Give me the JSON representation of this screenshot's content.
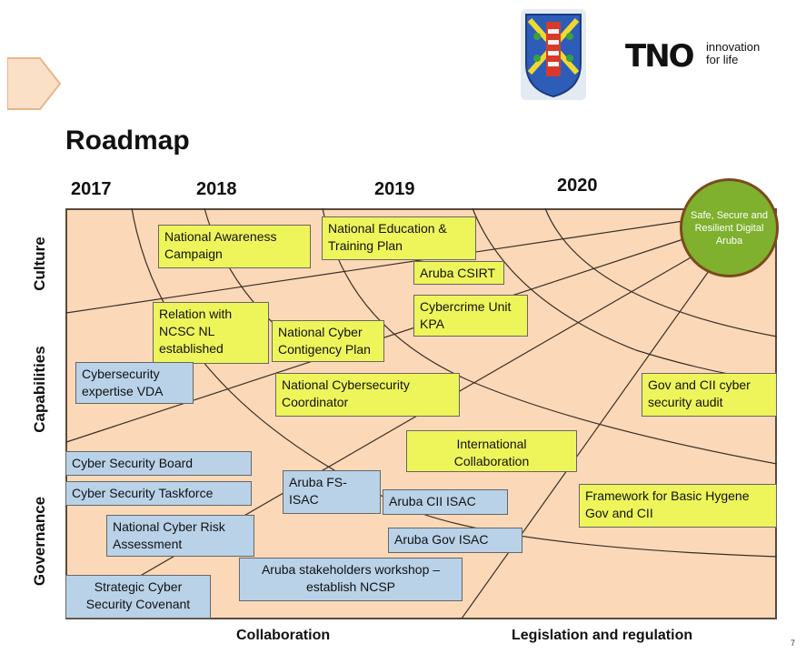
{
  "title": "Roadmap",
  "years": [
    "2017",
    "2018",
    "2019",
    "2020"
  ],
  "lanes": [
    "Culture",
    "Capabilities",
    "Governance"
  ],
  "goal": "Safe, Secure and Resilient Digital Aruba",
  "items": [
    {
      "text": "National Awareness Campaign",
      "color": "yellow"
    },
    {
      "text": "National Education & Training Plan",
      "color": "yellow"
    },
    {
      "text": "Aruba CSIRT",
      "color": "yellow"
    },
    {
      "text": "Relation with NCSC NL established",
      "color": "yellow"
    },
    {
      "text": "National Cyber Contigency Plan",
      "color": "yellow"
    },
    {
      "text": "Cybercrime Unit KPA",
      "color": "yellow"
    },
    {
      "text": "Cybersecurity expertise VDA",
      "color": "blue"
    },
    {
      "text": "National Cybersecurity Coordinator",
      "color": "yellow"
    },
    {
      "text": "Gov and CII cyber security audit",
      "color": "yellow"
    },
    {
      "text": "International Collaboration",
      "color": "yellow"
    },
    {
      "text": "Cyber Security Board",
      "color": "blue"
    },
    {
      "text": "Cyber Security Taskforce",
      "color": "blue"
    },
    {
      "text": "Aruba FS-ISAC",
      "color": "blue"
    },
    {
      "text": "Aruba CII ISAC",
      "color": "blue"
    },
    {
      "text": "Framework for Basic Hygene Gov and CII",
      "color": "yellow"
    },
    {
      "text": "National Cyber Risk Assessment",
      "color": "blue"
    },
    {
      "text": "Aruba Gov ISAC",
      "color": "blue"
    },
    {
      "text": "Aruba stakeholders workshop – establish NCSP",
      "color": "blue"
    },
    {
      "text": "Strategic  Cyber Security Covenant",
      "color": "blue"
    }
  ],
  "footer": {
    "left": "Collaboration",
    "right": "Legislation and regulation"
  },
  "logo": {
    "tno": "TNO",
    "tagline": "innovation for life",
    "crest_icon": "aruba-crest-icon"
  },
  "page_number": "7",
  "colors": {
    "yellow": "#eef55a",
    "blue": "#b9d2e8",
    "background": "#fbd9b8",
    "goal": "#7fb02e"
  }
}
